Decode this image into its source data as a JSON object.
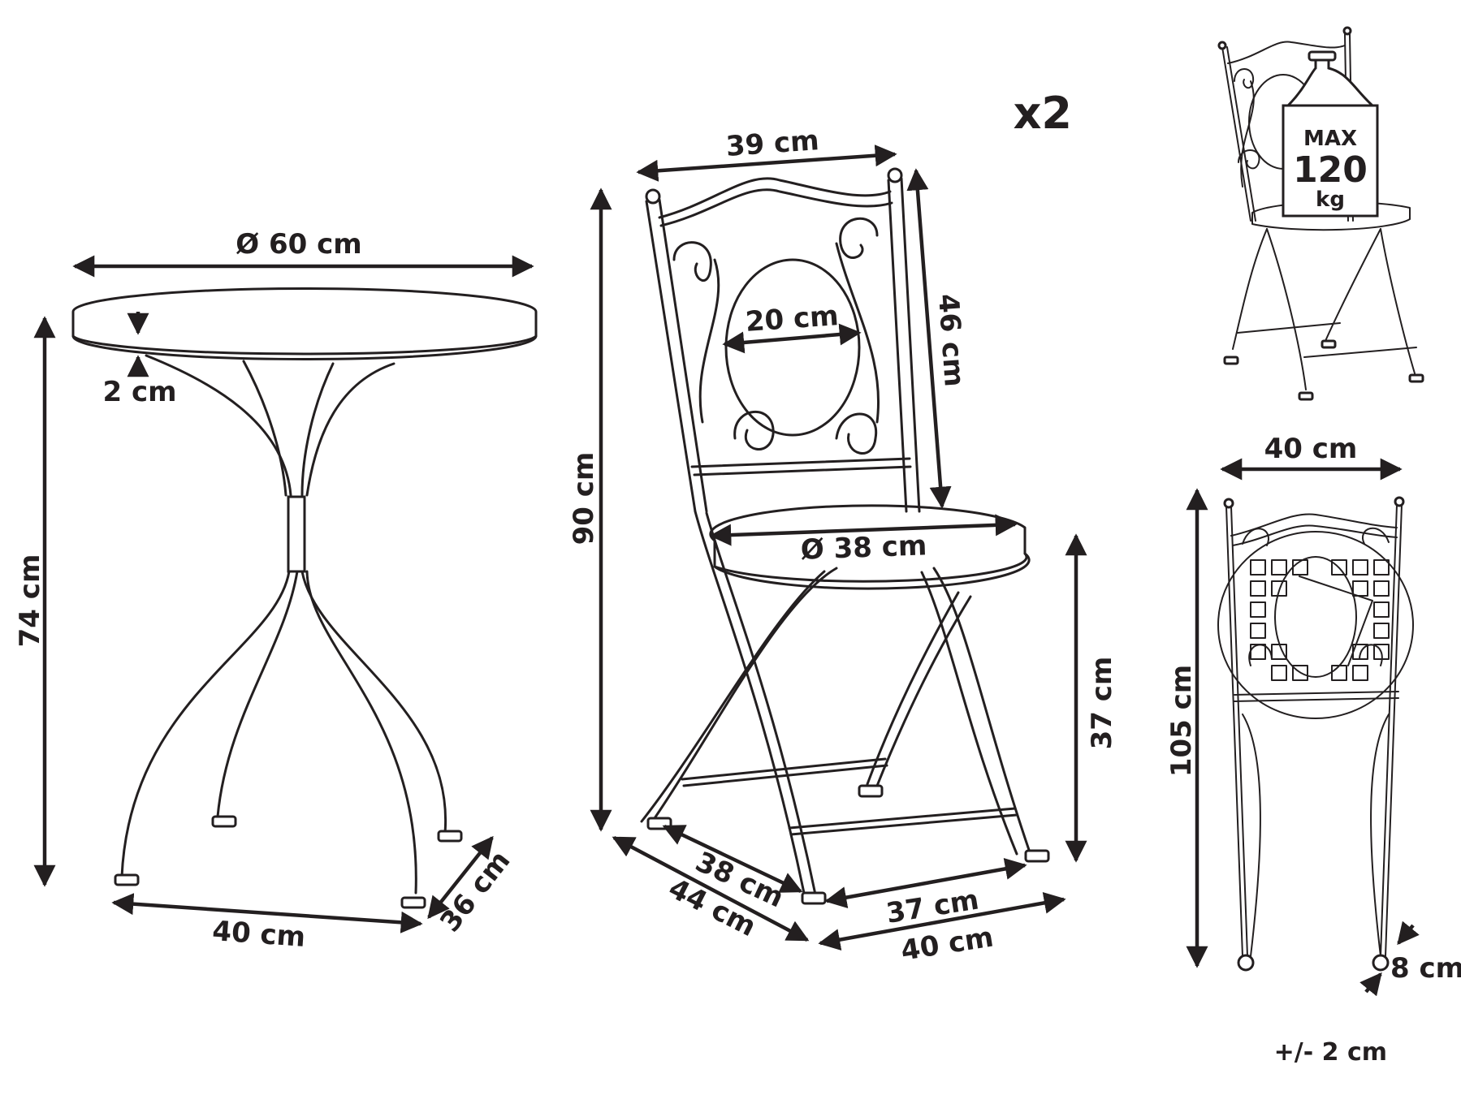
{
  "multiplier": "x2",
  "table": {
    "diameter": "Ø 60 cm",
    "top_thickness": "2 cm",
    "height": "74 cm",
    "base_width": "40 cm",
    "base_depth": "36 cm"
  },
  "chair": {
    "back_width": "39 cm",
    "backrest_height": "46 cm",
    "medallion": "20 cm",
    "seat_diameter": "Ø 38 cm",
    "total_height": "90 cm",
    "seat_height": "37 cm",
    "inner_depth": "38 cm",
    "outer_depth": "44 cm",
    "inner_width": "37 cm",
    "outer_width": "40 cm"
  },
  "load": {
    "max_label": "MAX",
    "value": "120",
    "unit": "kg"
  },
  "folded": {
    "width": "40 cm",
    "height": "105 cm",
    "thickness": "8 cm"
  },
  "tolerance": "+/- 2 cm"
}
